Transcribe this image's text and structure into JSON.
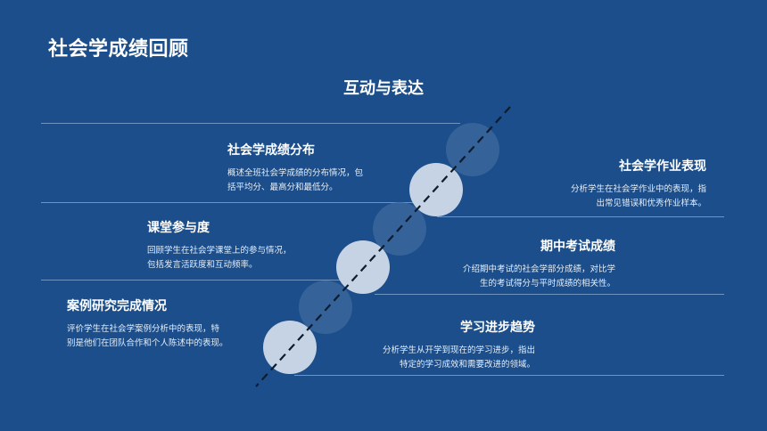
{
  "slide": {
    "title": "社会学成绩回顾",
    "subtitle": "互动与表达"
  },
  "items": [
    {
      "heading": "社会学成绩分布",
      "line1": "概述全班社会学成绩的分布情况，包",
      "line2": "括平均分、最高分和最低分。"
    },
    {
      "heading": "社会学作业表现",
      "line1": "分析学生在社会学作业中的表现，指",
      "line2": "出常见错误和优秀作业样本。"
    },
    {
      "heading": "课堂参与度",
      "line1": "回顾学生在社会学课堂上的参与情况，",
      "line2": "包括发言活跃度和互动频率。"
    },
    {
      "heading": "期中考试成绩",
      "line1": "介绍期中考试的社会学部分成绩，对比学",
      "line2": "生的考试得分与平时成绩的相关性。"
    },
    {
      "heading": "案例研究完成情况",
      "line1": "评价学生在社会学案例分析中的表现，特",
      "line2": "别是他们在团队合作和个人陈述中的表现。"
    },
    {
      "heading": "学习进步趋势",
      "line1": "分析学生从开学到现在的学习进步，指出",
      "line2": "特定的学习成效和需要改进的领域。"
    }
  ],
  "colors": {
    "background": "#1b4e8a",
    "circle_light": "#c5d3e4",
    "circle_dim": "#3f6a9c",
    "dashed_line": "#0c1c2e"
  }
}
